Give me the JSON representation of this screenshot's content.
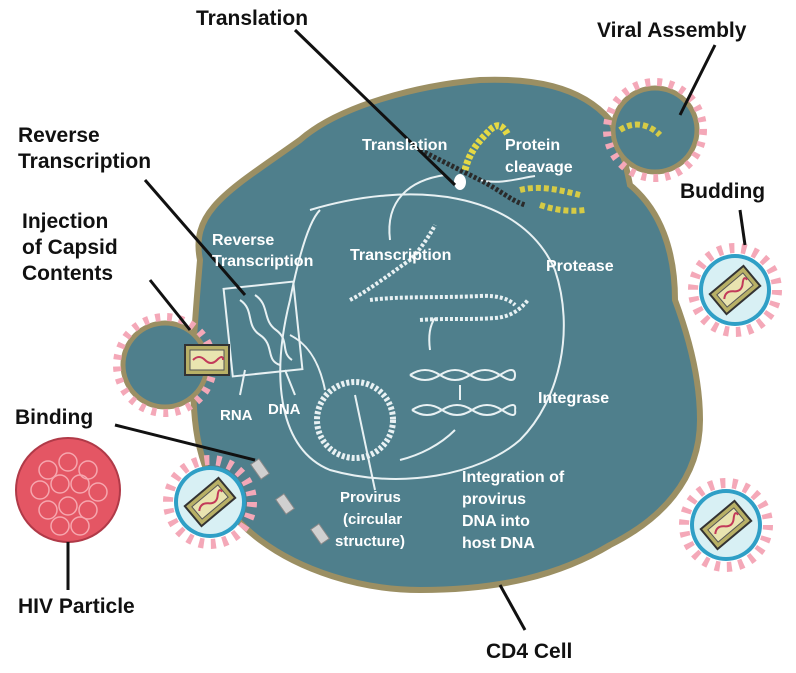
{
  "labels": {
    "translation": "Translation",
    "viral_assembly": "Viral Assembly",
    "reverse_transcription": [
      "Reverse",
      "Transcription"
    ],
    "budding": "Budding",
    "injection": [
      "Injection",
      "of Capsid",
      "Contents"
    ],
    "binding": "Binding",
    "hiv_particle": "HIV Particle",
    "cd4_cell": "CD4 Cell"
  },
  "inner_labels": {
    "translation": "Translation",
    "protein_cleavage": [
      "Protein",
      "cleavage"
    ],
    "reverse_transcription": [
      "Reverse",
      "Transcription"
    ],
    "transcription": "Transcription",
    "protease": "Protease",
    "rna": "RNA",
    "dna": "DNA",
    "integrase": "Integrase",
    "provirus": [
      "Provirus",
      "(circular",
      "structure)"
    ],
    "integration": [
      "Integration of",
      "provirus",
      "DNA into",
      "host DNA"
    ]
  },
  "colors": {
    "cell_fill": "#4f7f8c",
    "cell_edge": "#9b8f63",
    "virus_membrane": "#e9577a",
    "virus_inner": "#d8f0f4",
    "virus_shell": "#2f9fc6",
    "capsid_fill": "#b8b066",
    "hiv_particle": "#e45664"
  }
}
